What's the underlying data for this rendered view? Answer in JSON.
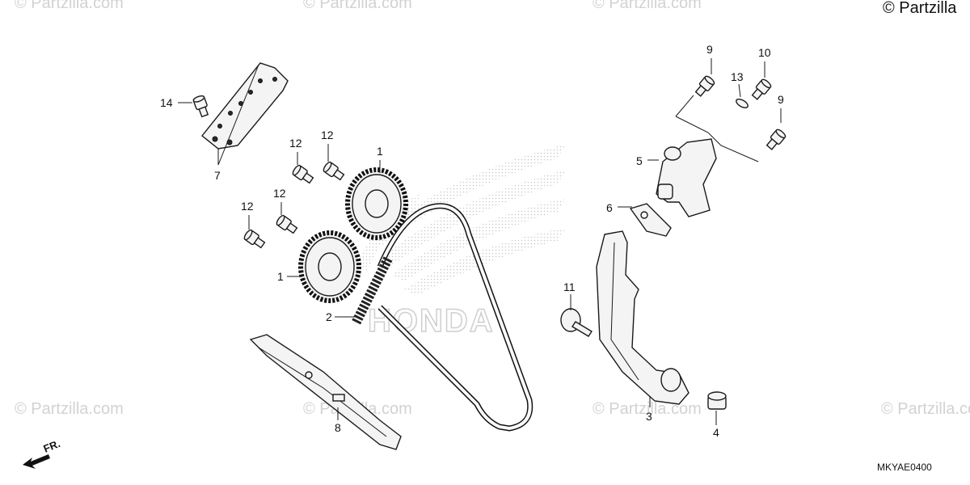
{
  "watermark": {
    "text": "© Partzilla.com",
    "copyright": "© Partzilla",
    "color": "#d2d2d2"
  },
  "diagram_code": "MKYAE0400",
  "front_label": "FR.",
  "brand_watermark": "HONDA",
  "callouts": {
    "c1a": "1",
    "c1b": "1",
    "c2": "2",
    "c3": "3",
    "c4": "4",
    "c5": "5",
    "c6": "6",
    "c7": "7",
    "c8": "8",
    "c9a": "9",
    "c9b": "9",
    "c10": "10",
    "c11": "11",
    "c12a": "12",
    "c12b": "12",
    "c12c": "12",
    "c12d": "12",
    "c13": "13",
    "c14": "14"
  },
  "icons": {
    "sprocket": "cam-sprocket-icon",
    "chain": "cam-chain-icon",
    "bolt": "flange-bolt-icon",
    "tensioner": "tensioner-lifter-icon",
    "guide": "chain-guide-icon",
    "arrow": "front-arrow-icon"
  }
}
